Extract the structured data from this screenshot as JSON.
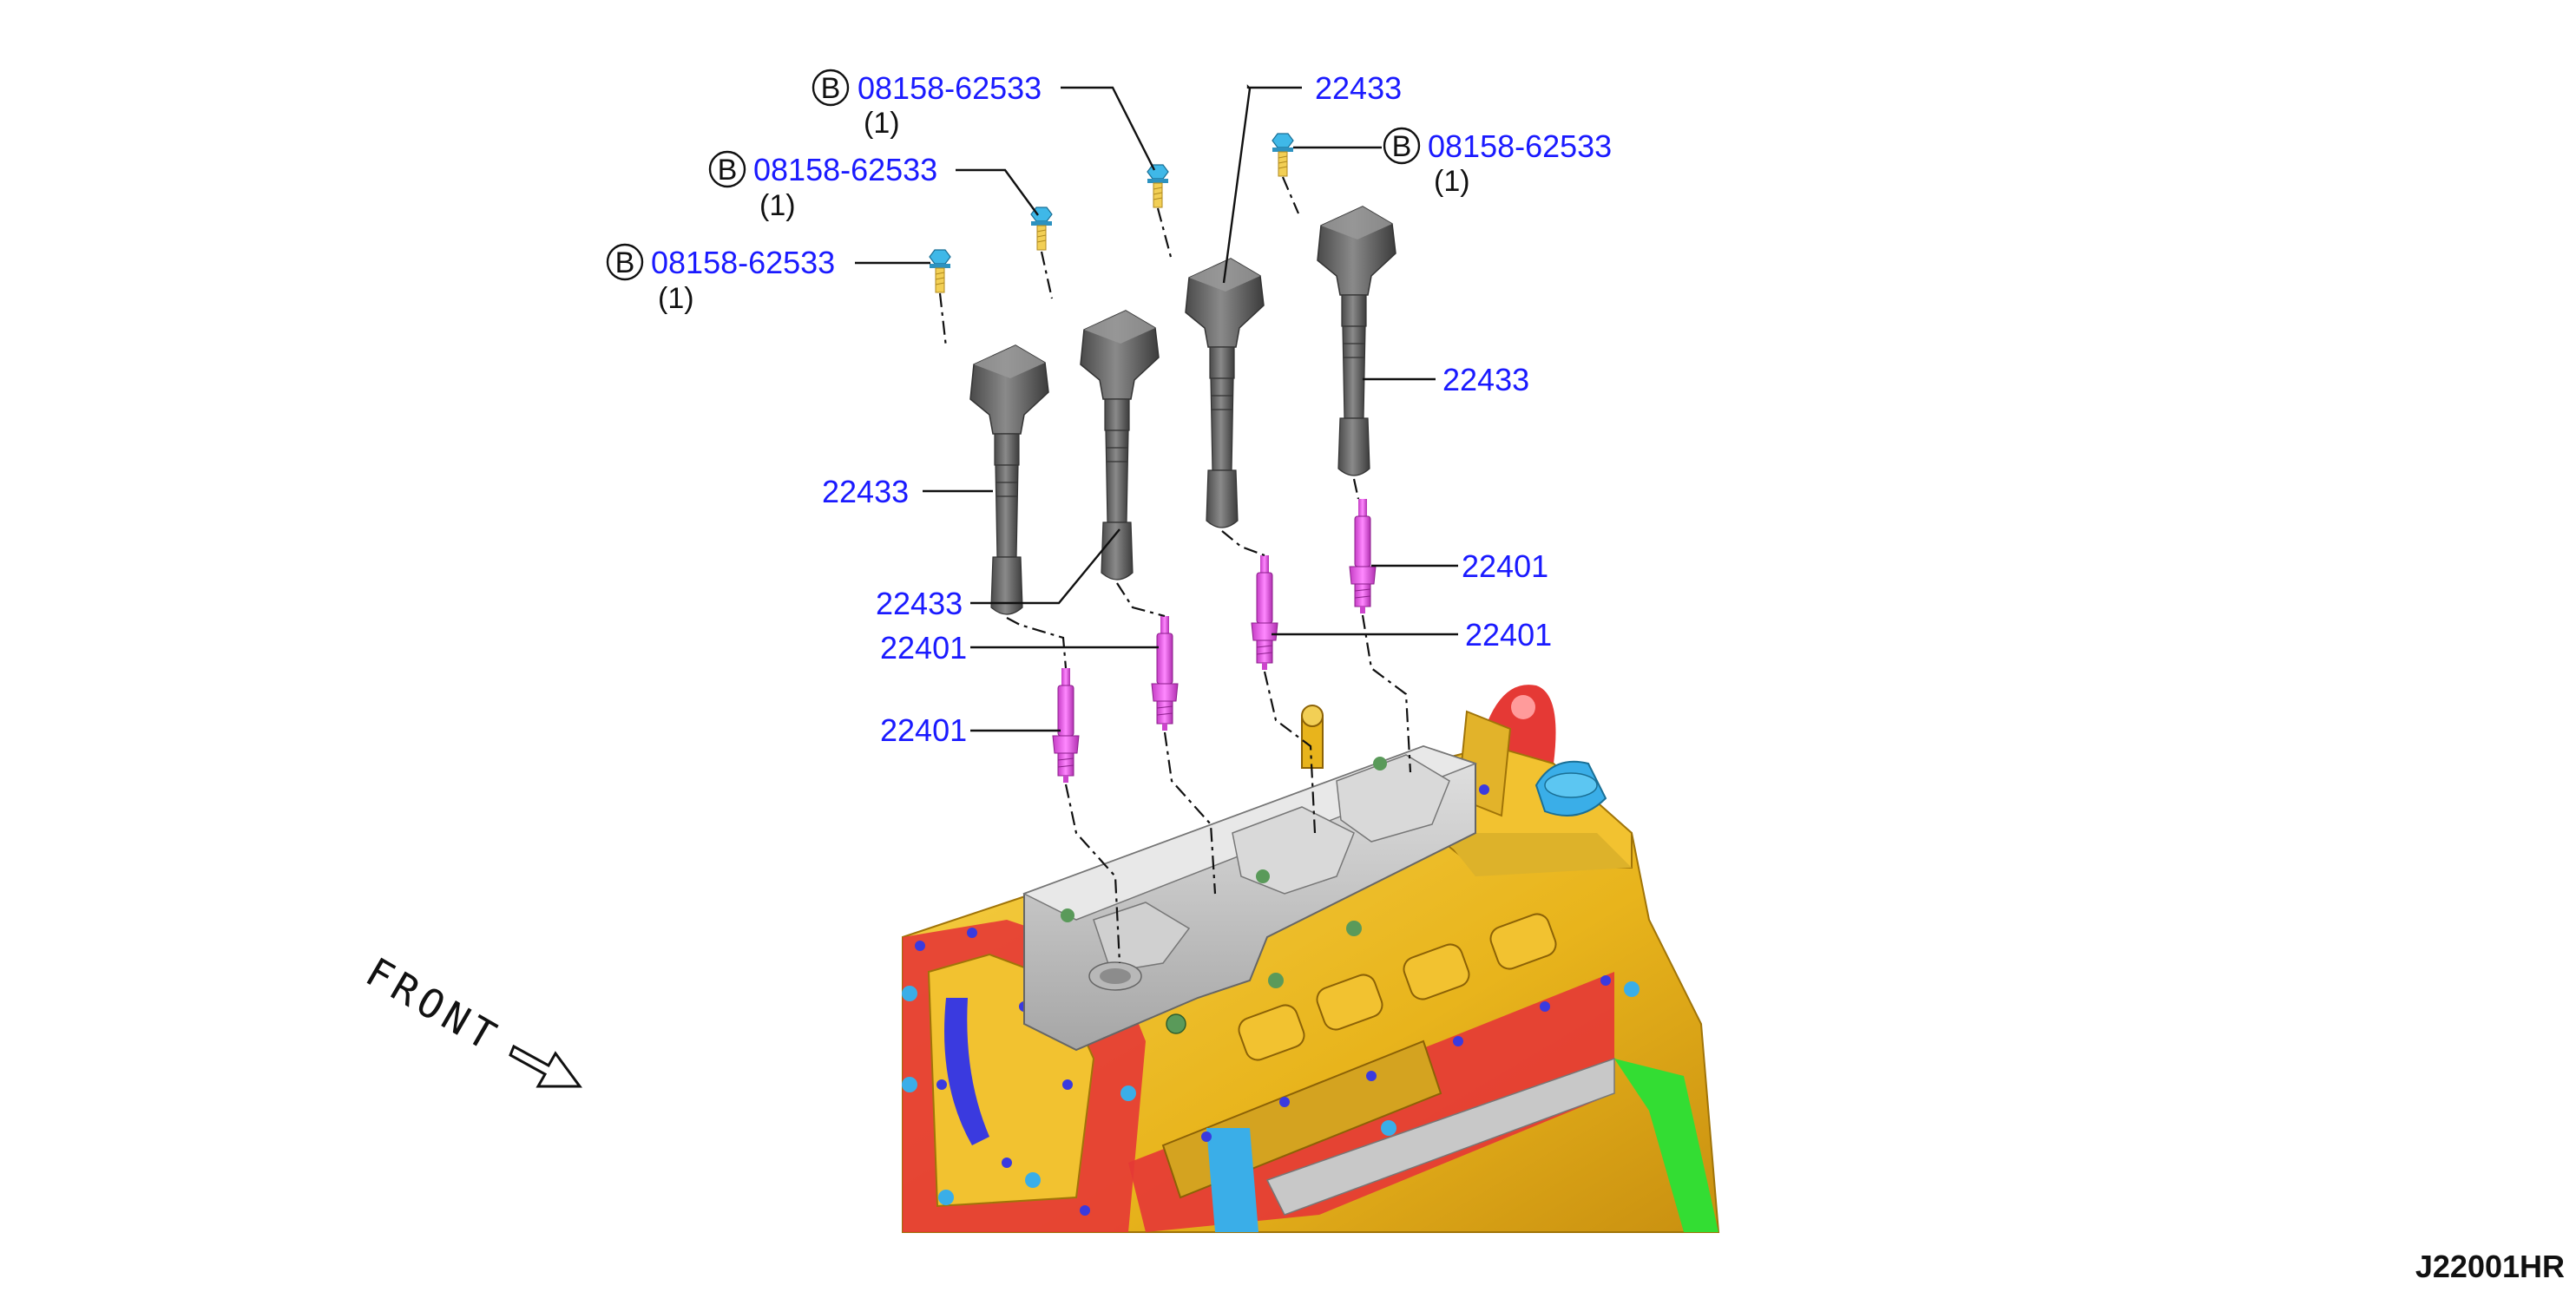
{
  "diagram": {
    "figure_code": "J22001HR",
    "front_label": "FRONT",
    "bolt_marker": "B",
    "callouts": {
      "bolt_1": {
        "part": "08158-62533",
        "qty": "(1)"
      },
      "bolt_2": {
        "part": "08158-62533",
        "qty": "(1)"
      },
      "bolt_3": {
        "part": "08158-62533",
        "qty": "(1)"
      },
      "bolt_4": {
        "part": "08158-62533",
        "qty": "(1)"
      },
      "coil_1": {
        "part": "22433"
      },
      "coil_2": {
        "part": "22433"
      },
      "coil_3": {
        "part": "22433"
      },
      "coil_4": {
        "part": "22433"
      },
      "plug_1": {
        "part": "22401"
      },
      "plug_2": {
        "part": "22401"
      },
      "plug_3": {
        "part": "22401"
      },
      "plug_4": {
        "part": "22401"
      }
    },
    "colors": {
      "part_number": "#1a1aff",
      "ignition_coil": "#6e6e6e",
      "spark_plug": "#ee55ee",
      "bolt_head": "#3fb8e8",
      "bolt_thread": "#f2cf55",
      "engine_block": "#f2c230",
      "gasket_red": "#e53935",
      "valve_cover": "#c4c4c4",
      "oil_cap": "#3aaee8",
      "belt_green": "#33dd33",
      "belt_blue": "#3a3adf"
    }
  }
}
